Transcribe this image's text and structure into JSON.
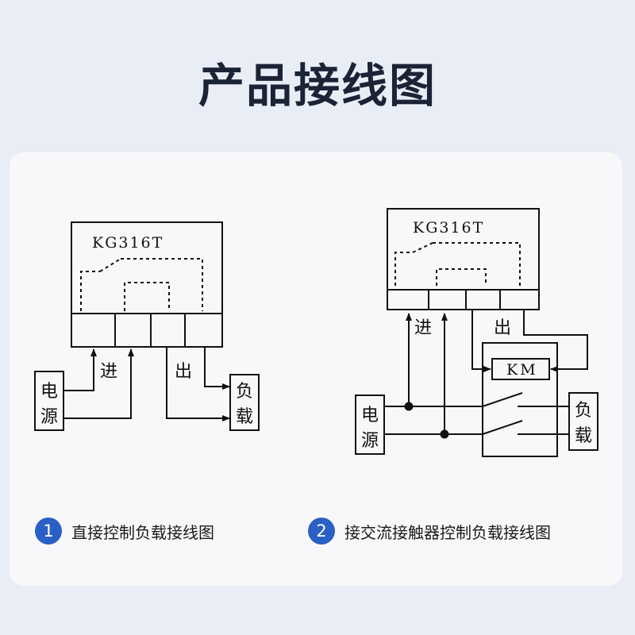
{
  "page": {
    "title": "产品接线图"
  },
  "diagram1": {
    "model": "KG316T",
    "in_label": "进",
    "out_label": "出",
    "power_label_1": "电",
    "power_label_2": "源",
    "load_label_1": "负",
    "load_label_2": "载"
  },
  "diagram2": {
    "model": "KG316T",
    "in_label": "进",
    "out_label": "出",
    "contactor_label": "KM",
    "power_label_1": "电",
    "power_label_2": "源",
    "load_label_1": "负",
    "load_label_2": "载"
  },
  "captions": [
    {
      "number": "1",
      "text": "直接控制负载接线图"
    },
    {
      "number": "2",
      "text": "接交流接触器控制负载接线图"
    }
  ],
  "colors": {
    "accent": "#2a5fc4",
    "title": "#1b2436",
    "background": "#e9edf5"
  }
}
